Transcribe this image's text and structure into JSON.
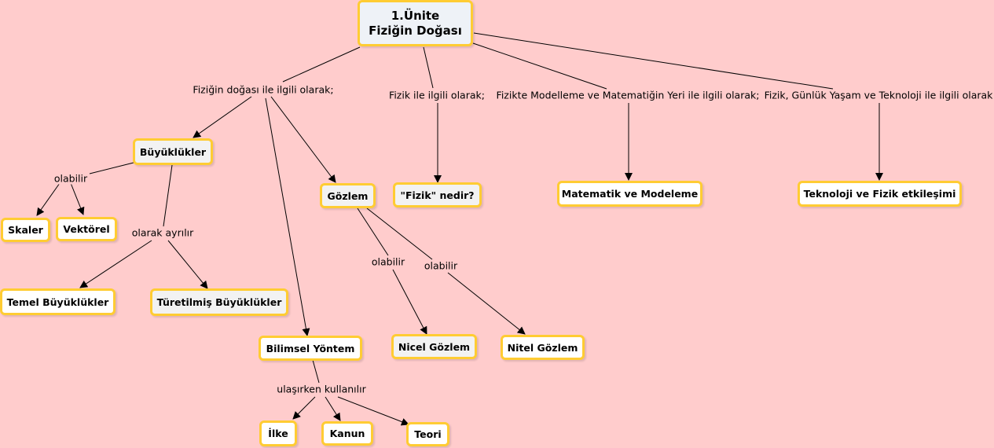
{
  "root": {
    "line1": "1.Ünite",
    "line2": "Fiziğin Doğası"
  },
  "nodes": {
    "buyuklukler": "Büyüklükler",
    "skaler": "Skaler",
    "vektorel": "Vektörel",
    "temel": "Temel Büyüklükler",
    "turetilmis": "Türetilmiş Büyüklükler",
    "gozlem": "Gözlem",
    "nicel": "Nicel Gözlem",
    "nitel": "Nitel Gözlem",
    "bilimsel": "Bilimsel Yöntem",
    "ilke": "İlke",
    "kanun": "Kanun",
    "teori": "Teori",
    "fizik_nedir": "\"Fizik\" nedir?",
    "matematik": "Matematik ve Modeleme",
    "teknoloji": "Teknoloji ve Fizik etkileşimi"
  },
  "links": {
    "doga": "Fiziğin doğası ile ilgili olarak;",
    "fizik": "Fizik ile ilgili olarak;",
    "model": "Fizikte Modelleme ve Matematiğin Yeri ile ilgili olarak;",
    "gunluk": "Fizik, Günlük Yaşam ve Teknoloji ile ilgili olarak",
    "olabilir_buyukluk": "olabilir",
    "ayrilir": "olarak ayrılır",
    "olabilir_gozlem1": "olabilir",
    "olabilir_gozlem2": "olabilir",
    "ulasirken": "ulaşırken kullanılır"
  },
  "colors": {
    "background": "#ffcccc",
    "node_border": "#ffcc33",
    "node_fill": "#f2f2f2",
    "line": "#000000"
  }
}
